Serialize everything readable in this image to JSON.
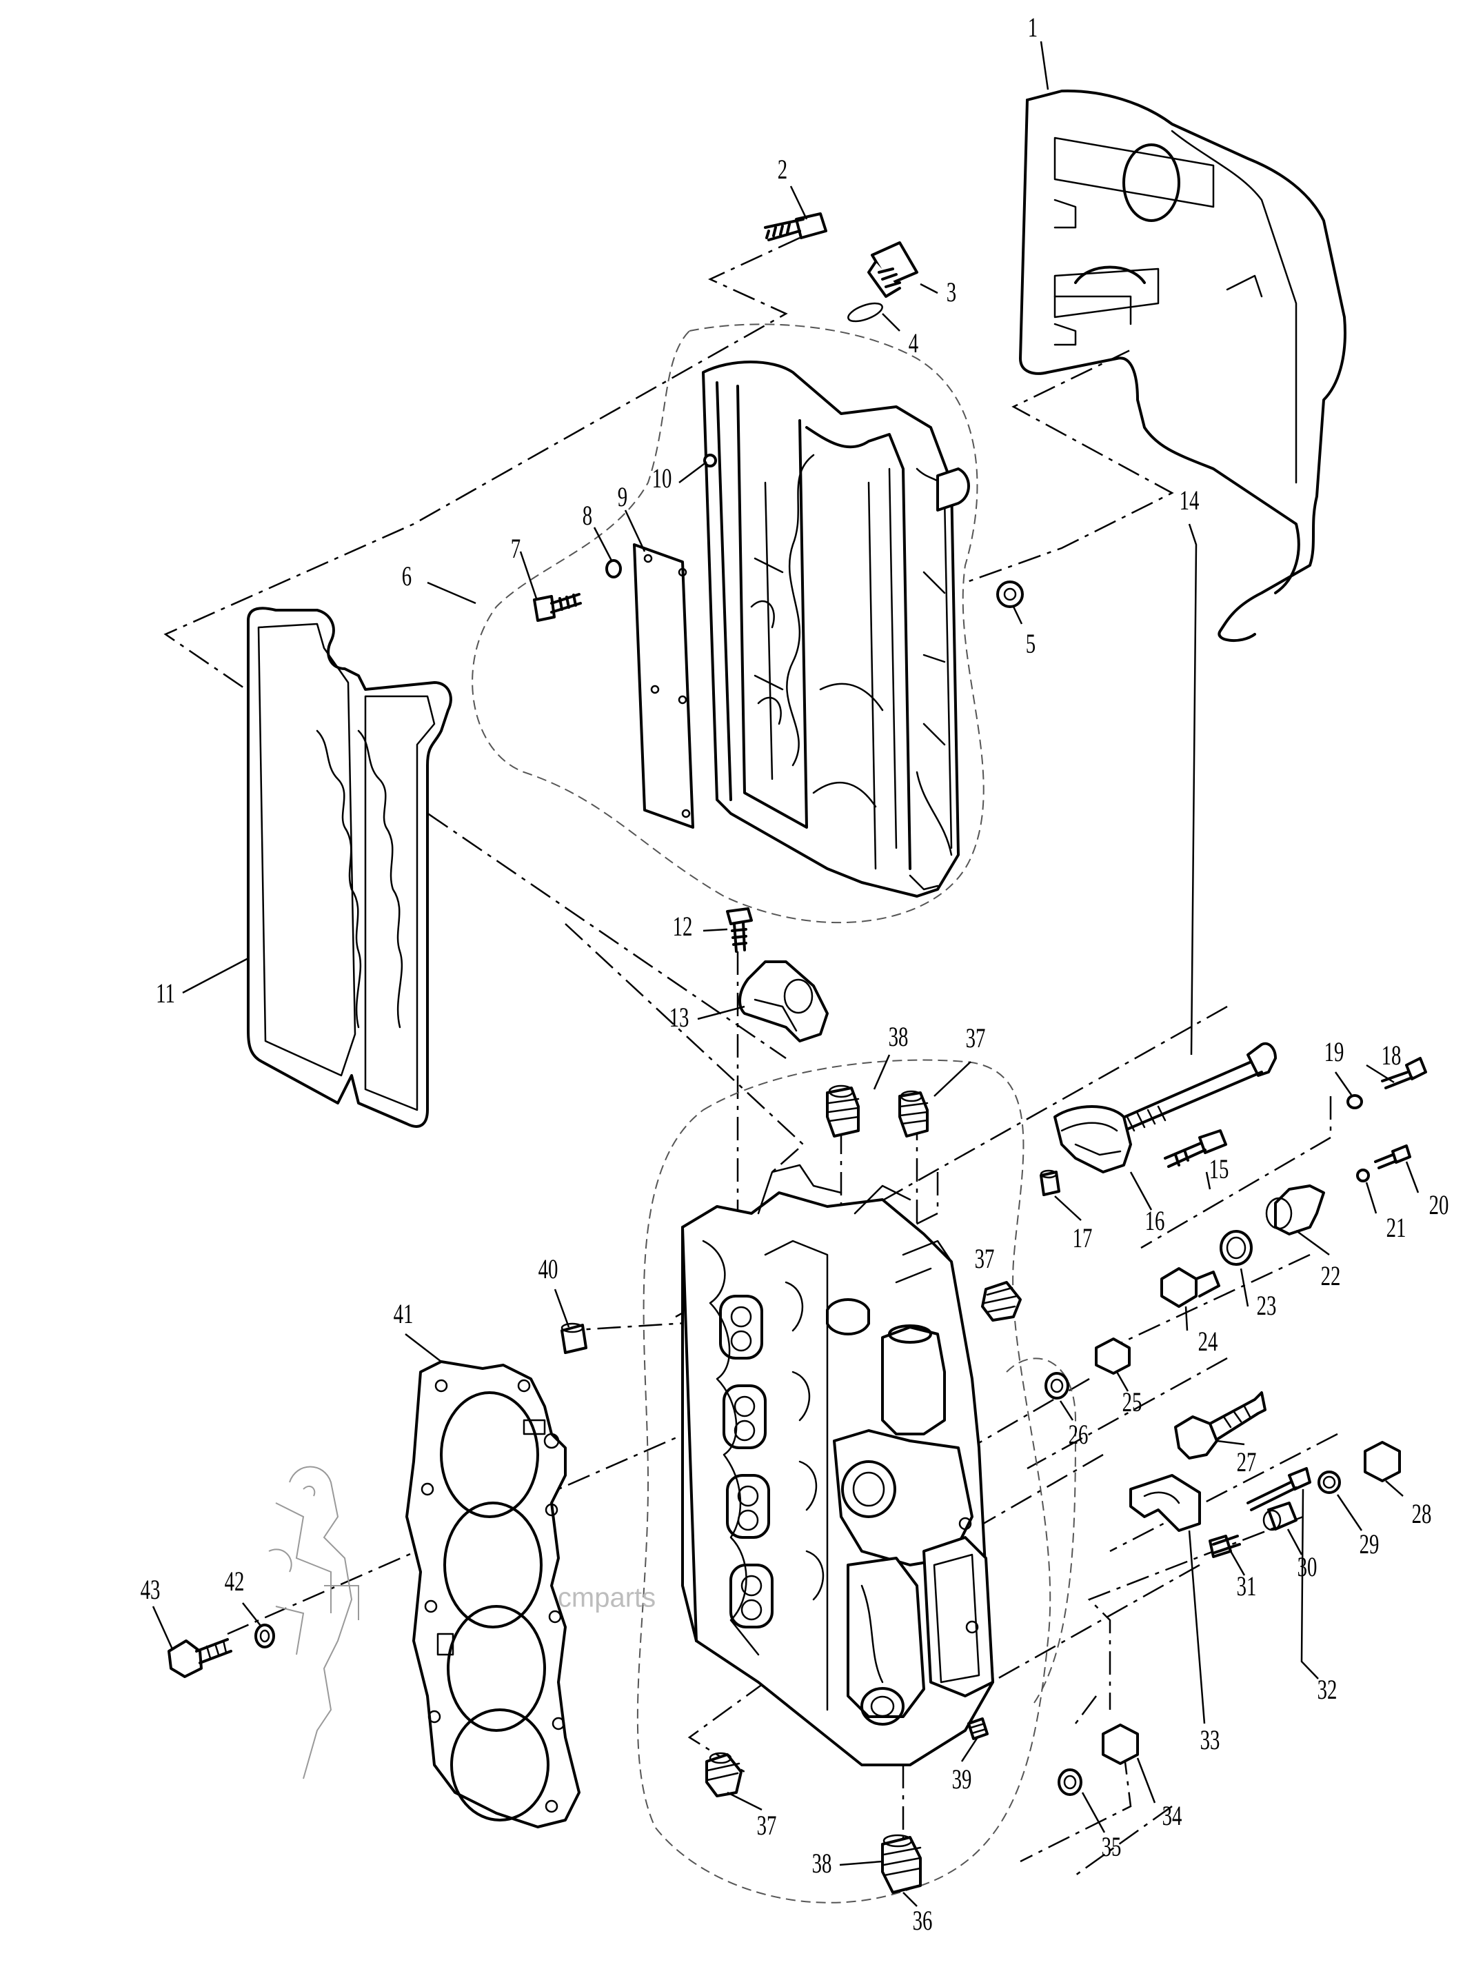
{
  "watermark": "cmparts",
  "callouts": [
    "1",
    "2",
    "3",
    "4",
    "5",
    "6",
    "7",
    "8",
    "9",
    "10",
    "11",
    "12",
    "13",
    "14",
    "15",
    "16",
    "17",
    "18",
    "19",
    "20",
    "21",
    "22",
    "23",
    "24",
    "25",
    "26",
    "27",
    "28",
    "29",
    "30",
    "31",
    "32",
    "33",
    "34",
    "35",
    "36",
    "37",
    "37",
    "37",
    "38",
    "38",
    "39",
    "40",
    "41",
    "42",
    "43"
  ]
}
